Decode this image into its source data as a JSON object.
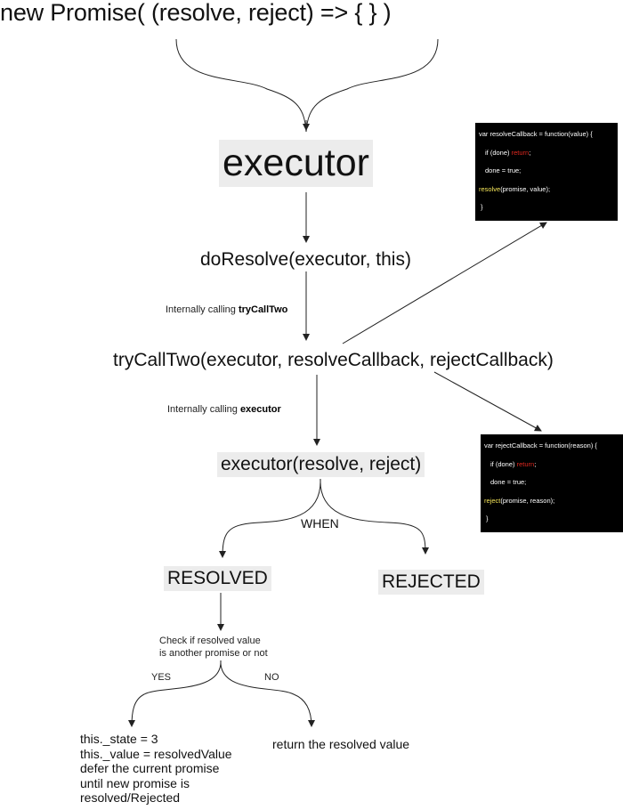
{
  "header": {
    "promise_signature": "new Promise( (resolve, reject) => { } )"
  },
  "nodes": {
    "executor": "executor",
    "do_resolve": "doResolve(executor, this)",
    "try_call_two": "tryCallTwo(executor, resolveCallback, rejectCallback)",
    "executor_call": "executor(resolve, reject)",
    "resolved": "RESOLVED",
    "rejected": "REJECTED"
  },
  "notes": {
    "calling1_prefix": "Internally calling ",
    "calling1_bold": "tryCallTwo",
    "calling2_prefix": "Internally calling ",
    "calling2_bold": "executor",
    "when": "WHEN",
    "check_line1": "Check if resolved value",
    "check_line2": "is another promise or not",
    "yes": "YES",
    "no": "NO"
  },
  "outcomes": {
    "yes_lines": [
      "this._state = 3",
      "this._value = resolvedValue",
      "defer the current promise",
      "until new promise is",
      "resolved/Rejected"
    ],
    "no_text": "return the resolved value"
  },
  "resolve_callback_code": {
    "line1": "var resolveCallback = function(value) {",
    "line2_pre": "if (done) ",
    "line2_kw": "return",
    "line2_post": ";",
    "line3": "done = true;",
    "line4_kw": "resolve",
    "line4_post": "(promise, value);",
    "line5": "}"
  },
  "reject_callback_code": {
    "line1": "var rejectCallback = function(reason) {",
    "line2_pre": "if (done) ",
    "line2_kw": "return",
    "line2_post": ";",
    "line3": "done = true;",
    "line4_kw": "reject",
    "line4_post": "(promise, reason);",
    "line5": "}"
  },
  "colors": {
    "keyword_red": "#e0271f",
    "keyword_yellow": "#f5e65a",
    "node_highlight": "#ececec",
    "code_background": "#000000"
  }
}
